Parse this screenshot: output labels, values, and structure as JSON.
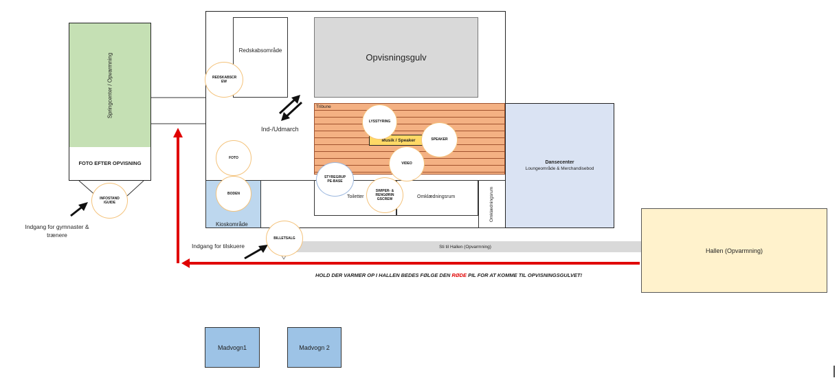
{
  "areas": {
    "springcenter": "Springcenter / Opvarmning",
    "foto_efter": "FOTO EFTER OPVISNING",
    "redskab": "Redskabsområde",
    "gulv": "Opvisningsgulv",
    "tribune": "Tribune",
    "ind_ud": "Ind-/Udmarch",
    "musik": "Musik / Speaker",
    "dansecenter_title": "Dansecenter",
    "dansecenter_sub": "Loungeområde & Merchandisebod",
    "toiletter": "Toiletter",
    "omk1": "Omklædningsrum",
    "omk2": "Omklædningsrum",
    "kiosk": "Kioskområde",
    "hallen": "Hallen (Opvarmning)",
    "sti": "Sti til Hallen (Opvarmning)",
    "madvogn1": "Madvogn1",
    "madvogn2": "Madvogn 2"
  },
  "circles": {
    "redskabscrew": "REDSKABSCR EW",
    "lysstyring": "LYSSTYRING",
    "speaker": "SPEAKER",
    "video": "VIDEO",
    "styregruppe": "STYREGRUP PE-BASE",
    "swiper": "SWIPER- & RENGØRIN GSCREW",
    "foto": "FOTO",
    "boden": "BODEN",
    "infostand": "INFOSTAND /GUIDE",
    "billetsalg": "BILLETSALG"
  },
  "labels": {
    "indgang_gym": "Indgang for gymnaster & trænere",
    "indgang_til": "Indgang for tilskuere",
    "notice_pre": "HOLD DER VARMER OP I HALLEN BEDES FØLGE DEN ",
    "notice_red": "RØDE",
    "notice_post": " PIL FOR AT KOMME TIL OPVISNINGSGULVET!"
  },
  "colors": {
    "springcenter": "#c5e0b4",
    "gulv": "#d9d9d9",
    "tribune": "#f4b183",
    "dansecenter": "#dae3f3",
    "kiosk": "#bdd7ee",
    "hallen": "#fff2cc",
    "madvogn": "#9dc3e6",
    "musik": "#ffd966",
    "red_arrow": "#e00000",
    "sti": "#d9d9d9"
  }
}
